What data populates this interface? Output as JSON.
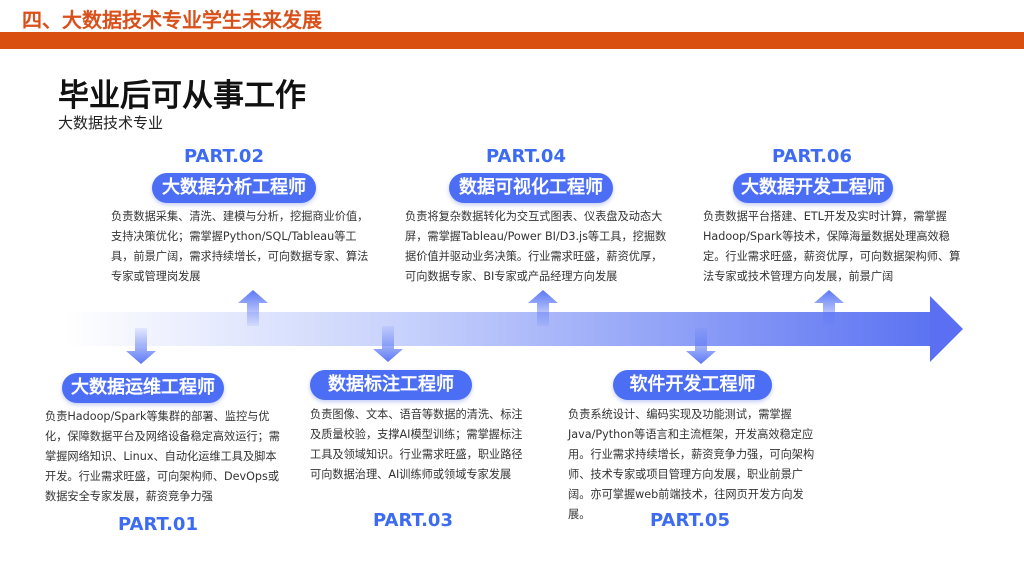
{
  "header": {
    "section_title": "四、大数据技术专业学生未来发展"
  },
  "page": {
    "title": "毕业后可从事工作",
    "subtitle": "大数据技术专业"
  },
  "colors": {
    "accent": "#d94f10",
    "blue": "#4c6ef5"
  },
  "jobs": [
    {
      "part": "PART.01",
      "title": "大数据运维工程师",
      "desc": "负责Hadoop/Spark等集群的部署、监控与优化，保障数据平台及网络设备稳定高效运行；需掌握网络知识、Linux、自动化运维工具及脚本开发。行业需求旺盛，可向架构师、DevOps或数据安全专家发展，薪资竞争力强"
    },
    {
      "part": "PART.02",
      "title": "大数据分析工程师",
      "desc": "负责数据采集、清洗、建模与分析，挖掘商业价值，支持决策优化；需掌握Python/SQL/Tableau等工具，前景广阔，需求持续增长，可向数据专家、算法专家或管理岗发展"
    },
    {
      "part": "PART.03",
      "title": "数据标注工程师",
      "desc": "负责图像、文本、语音等数据的清洗、标注及质量校验，支撑AI模型训练；需掌握标注工具及领域知识。行业需求旺盛，职业路径可向数据治理、AI训练师或领域专家发展"
    },
    {
      "part": "PART.04",
      "title": "数据可视化工程师",
      "desc": "负责将复杂数据转化为交互式图表、仪表盘及动态大屏，需掌握Tableau/Power BI/D3.js等工具，挖掘数据价值并驱动业务决策。行业需求旺盛，薪资优厚，可向数据专家、BI专家或产品经理方向发展"
    },
    {
      "part": "PART.05",
      "title": "软件开发工程师",
      "desc": "负责系统设计、编码实现及功能测试，需掌握Java/Python等语言和主流框架，开发高效稳定应用。行业需求持续增长，薪资竞争力强，可向架构师、技术专家或项目管理方向发展，职业前景广阔。亦可掌握web前端技术，往网页开发方向发展。"
    },
    {
      "part": "PART.06",
      "title": "大数据开发工程师",
      "desc": "负责数据平台搭建、ETL开发及实时计算，需掌握Hadoop/Spark等技术，保障海量数据处理高效稳定。行业需求旺盛，薪资优厚，可向数据架构师、算法专家或技术管理方向发展，前景广阔"
    }
  ]
}
